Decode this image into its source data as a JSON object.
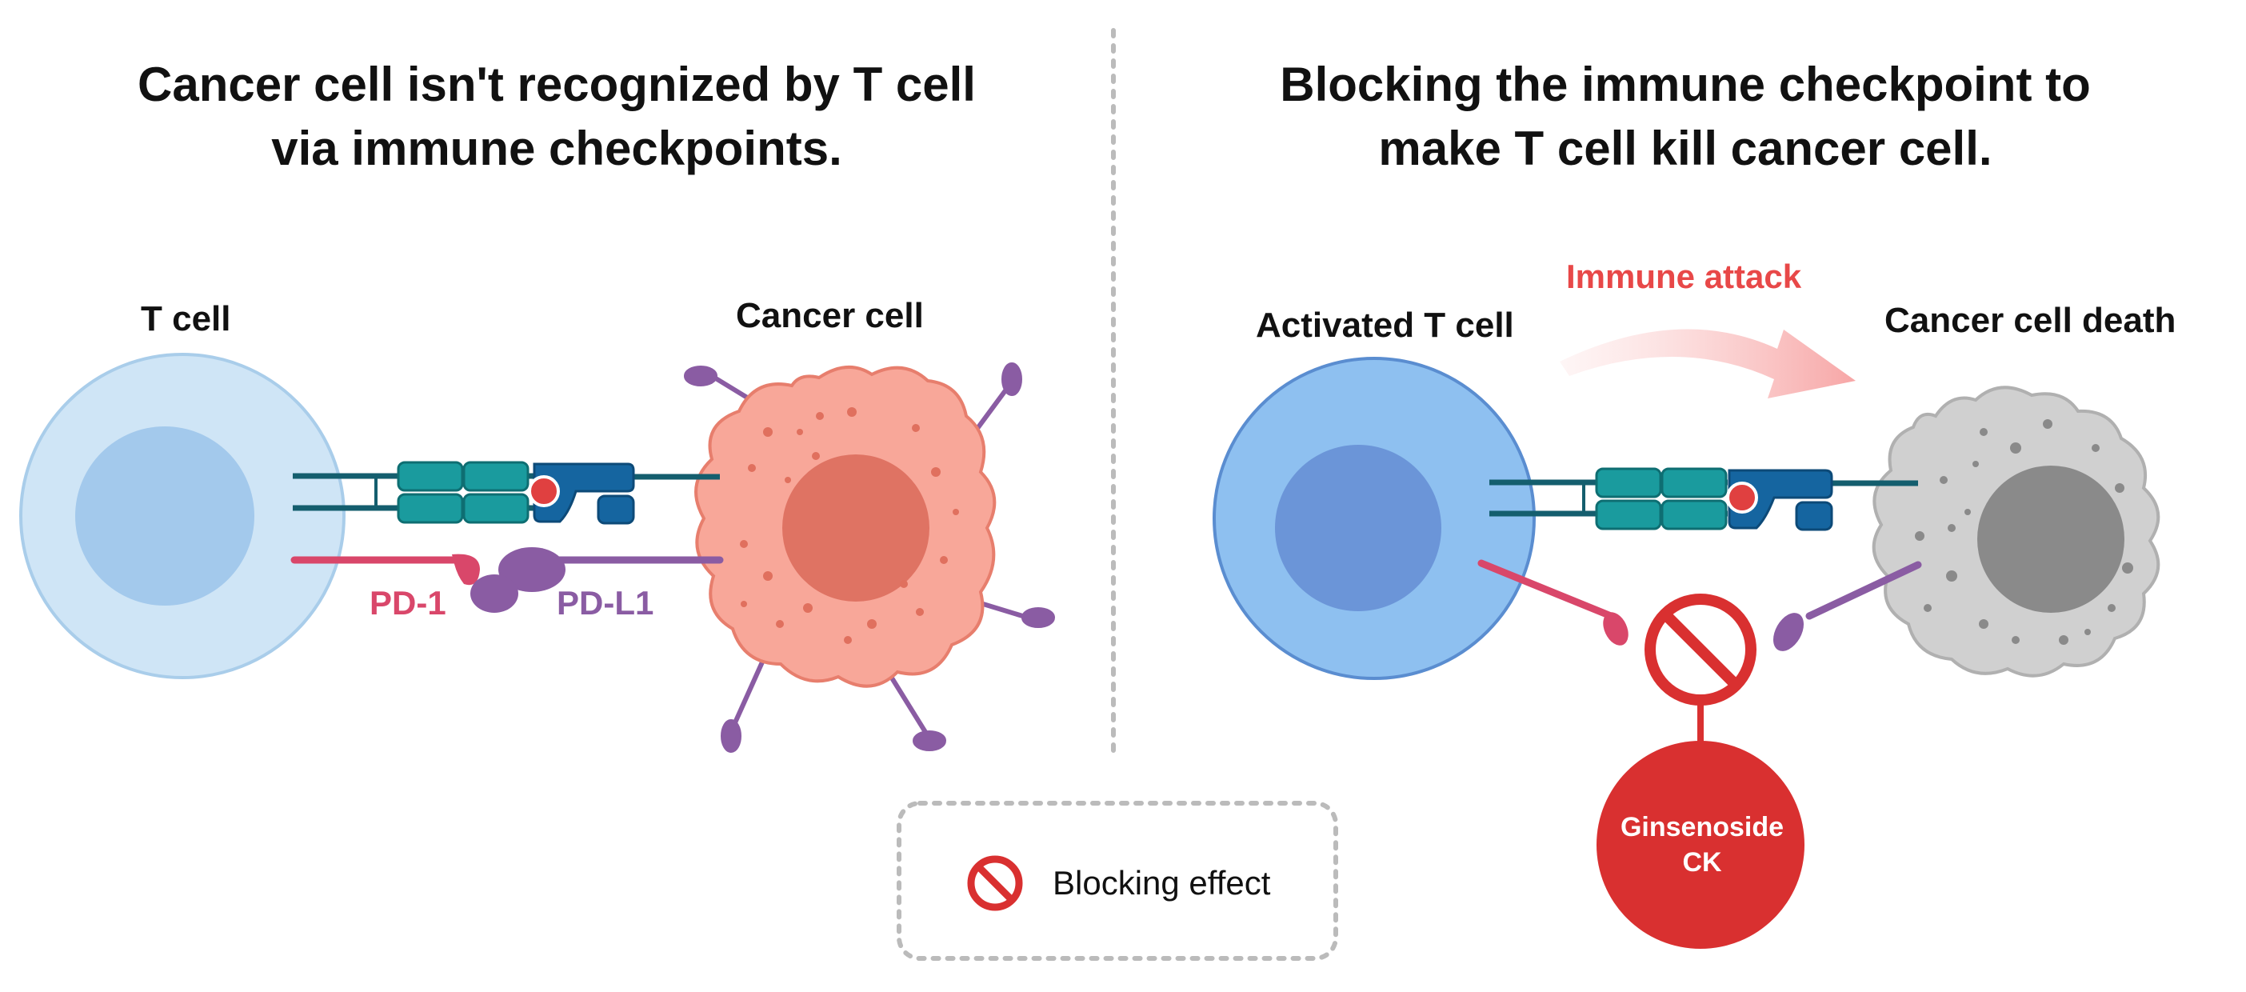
{
  "left_panel": {
    "title_line1": "Cancer cell isn't recognized by T cell",
    "title_line2": "via immune checkpoints.",
    "t_cell_label": "T cell",
    "cancer_cell_label": "Cancer cell",
    "pd1_label": "PD-1",
    "pdl1_label": "PD-L1"
  },
  "right_panel": {
    "title_line1": "Blocking the immune checkpoint to",
    "title_line2": "make T cell kill cancer cell.",
    "activated_t_cell_label": "Activated T cell",
    "cancer_cell_death_label": "Cancer cell death",
    "immune_attack_label": "Immune attack",
    "blocker_line1": "Ginsenoside",
    "blocker_line2": "CK"
  },
  "legend": {
    "icon": "prohibition-icon",
    "label": "Blocking effect"
  },
  "colors": {
    "t_cell_outer": "#cfe5f6",
    "t_cell_inner": "#a3c9ec",
    "activated_t_cell_outer": "#8ec0f0",
    "activated_t_cell_inner": "#6b95d8",
    "cancer_cell": "#f8a799",
    "cancer_nucleus": "#df7363",
    "dead_cell": "#d0d0d0",
    "dead_nucleus": "#8a8a8a",
    "pd1": "#d9476a",
    "pdl1": "#8a5ca3",
    "tcr_teal": "#1a9b9e",
    "mhc_blue": "#1565a0",
    "antigen_red": "#e04040",
    "immune_attack": "#e84848",
    "blocker": "#d93030"
  }
}
